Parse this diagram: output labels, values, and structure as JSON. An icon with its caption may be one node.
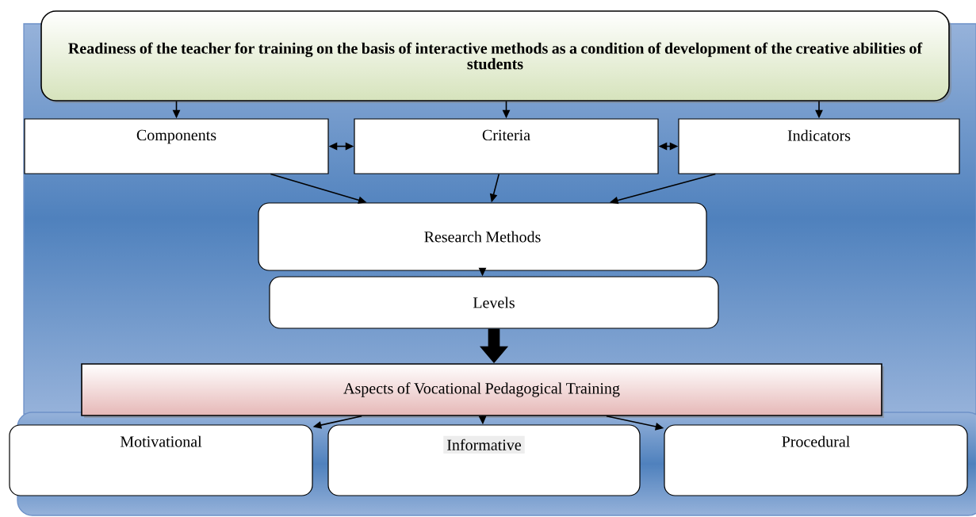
{
  "diagram": {
    "nodes": [
      {
        "text": [
          "Readiness of the teacher for training on the basis of interactive methods as a condition of development of the creative abilities of students"
        ]
      },
      {
        "text": [
          "Components"
        ]
      },
      {
        "text": [
          "Criteria"
        ]
      },
      {
        "text": [
          "Indicators"
        ]
      },
      {
        "text": [
          "Research Methods"
        ]
      },
      {
        "text": [
          "Levels"
        ]
      },
      {
        "text": [
          "Aspects of Vocational Pedagogical Training"
        ]
      },
      {
        "text": [
          "Motivational"
        ]
      },
      {
        "text": [
          "Informative"
        ]
      },
      {
        "text": [
          "Procedural"
        ]
      }
    ],
    "edges": [
      {
        "from": 0,
        "to": 1,
        "arrow": "to"
      },
      {
        "from": 0,
        "to": 2,
        "arrow": "to"
      },
      {
        "from": 0,
        "to": 3,
        "arrow": "to"
      },
      {
        "from": 1,
        "to": 2,
        "arrow": "both"
      },
      {
        "from": 2,
        "to": 3,
        "arrow": "both"
      },
      {
        "from": 1,
        "to": 4,
        "arrow": "to"
      },
      {
        "from": 2,
        "to": 4,
        "arrow": "to"
      },
      {
        "from": 3,
        "to": 4,
        "arrow": "to"
      },
      {
        "from": 4,
        "to": 5,
        "arrow": "to"
      },
      {
        "from": 5,
        "to": 6,
        "arrow": "to",
        "style": "thick"
      },
      {
        "from": 6,
        "to": 7,
        "arrow": "to"
      },
      {
        "from": 6,
        "to": 8,
        "arrow": "to"
      },
      {
        "from": 6,
        "to": 9,
        "arrow": "to"
      }
    ]
  }
}
